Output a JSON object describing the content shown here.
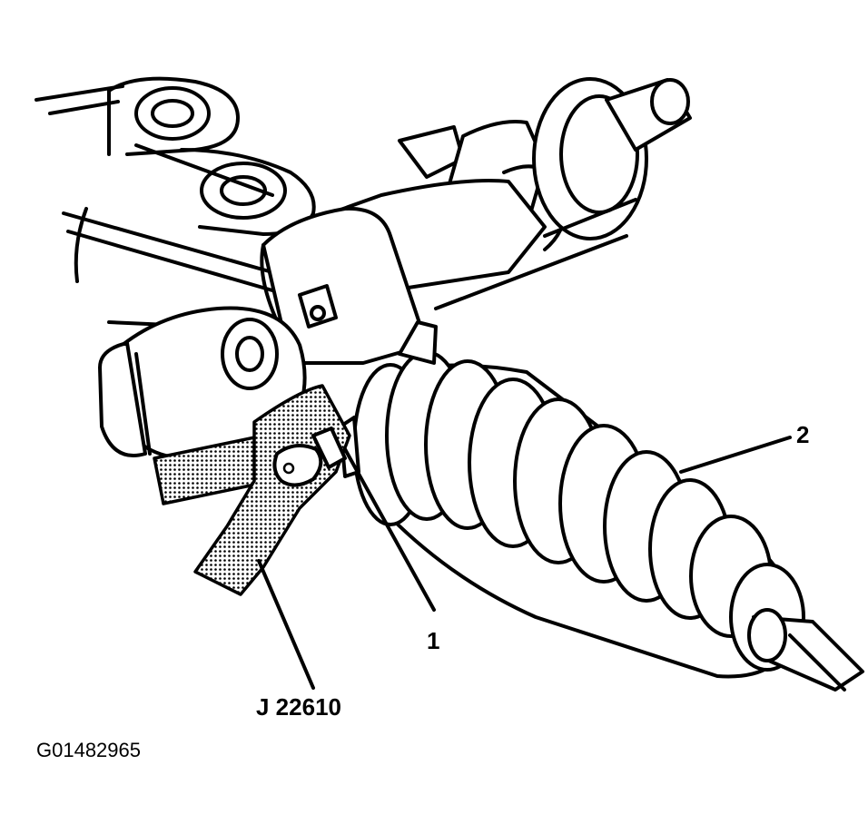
{
  "callouts": {
    "item_1": "1",
    "item_2": "2",
    "tool": "J 22610"
  },
  "figure_id": "G01482965",
  "icons": [
    "steering-gear-housing",
    "rack-boot-clamp",
    "bellows-boot",
    "boot-clamp-pliers-tool"
  ]
}
